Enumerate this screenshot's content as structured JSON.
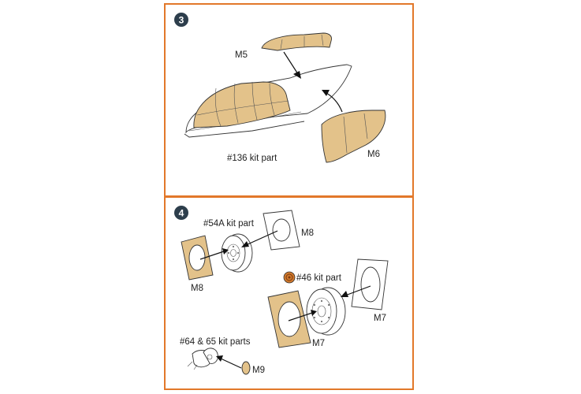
{
  "steps": [
    {
      "number": "3",
      "labels": {
        "mask_top": "M5",
        "mask_side": "M6",
        "part": "#136 kit part"
      }
    },
    {
      "number": "4",
      "labels": {
        "part_54a": "#54A kit part",
        "m8_right": "M8",
        "m8_left": "M8",
        "part_46": "#46 kit part",
        "m7_right": "M7",
        "m7_left": "M7",
        "part_64_65": "#64 & 65 kit parts",
        "m9": "M9"
      }
    }
  ],
  "colors": {
    "frame": "#e2782a",
    "mask": "#e3c28a",
    "badge": "#2d3e4c"
  }
}
